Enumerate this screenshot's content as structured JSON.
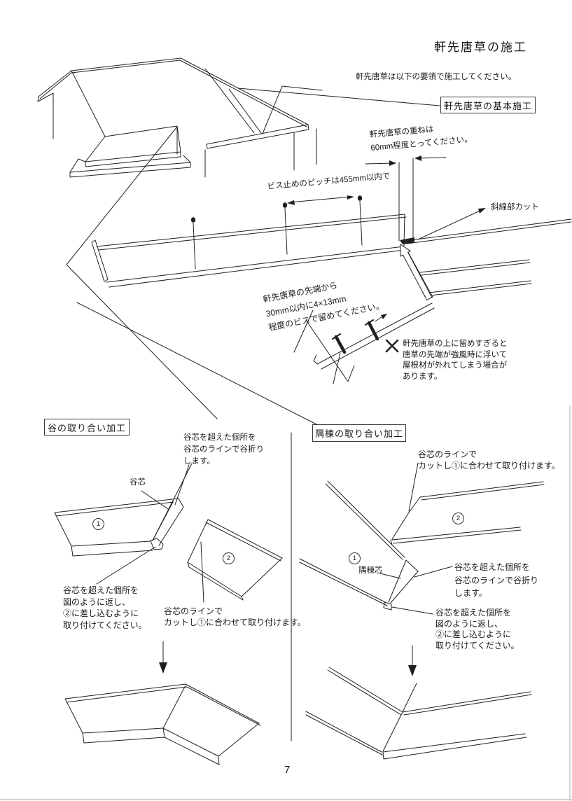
{
  "header": {
    "title": "軒先唐草の施工",
    "intro": "軒先唐草は以下の要領で施工してください。"
  },
  "basic": {
    "box_label": "軒先唐草の基本施工",
    "overlap_note": "軒先唐草の重ねは\n60mm程度とってください。",
    "pitch_note": "ビス止めのピッチは455mm以内で",
    "cut_note": "斜線部カット",
    "tip_note": "軒先唐草の先端から\n30mm以内に4×13mm\n程度のビスで留めてください。",
    "warning": "軒先唐草の上に留めすぎると\n唐草の先端が強風時に浮いて\n屋根材が外れてしまう場合が\nあります。"
  },
  "valley": {
    "box_label": "谷の取り合い加工",
    "fold_note": "谷芯を超えた個所を\n谷芯のラインで谷折り\nします。",
    "core_label": "谷芯",
    "part1": "1",
    "part2": "2",
    "insert_note": "谷芯を超えた個所を\n図のように返し、\n②に差し込むように\n取り付けてください。",
    "cut_note": "谷芯のラインで\nカットし①に合わせて取り付けます。"
  },
  "hip": {
    "box_label": "隅棟の取り合い加工",
    "cut_note": "谷芯のラインで\nカットし①に合わせて取り付けます。",
    "part1": "1",
    "part2": "2",
    "core_label": "隅棟芯",
    "fold_note": "谷芯を超えた個所を\n谷芯のラインで谷折り\nします。",
    "insert_note": "谷芯を超えた個所を\n図のように返し、\n②に差し込むように\n取り付けてください。"
  },
  "page": {
    "number": "7"
  }
}
